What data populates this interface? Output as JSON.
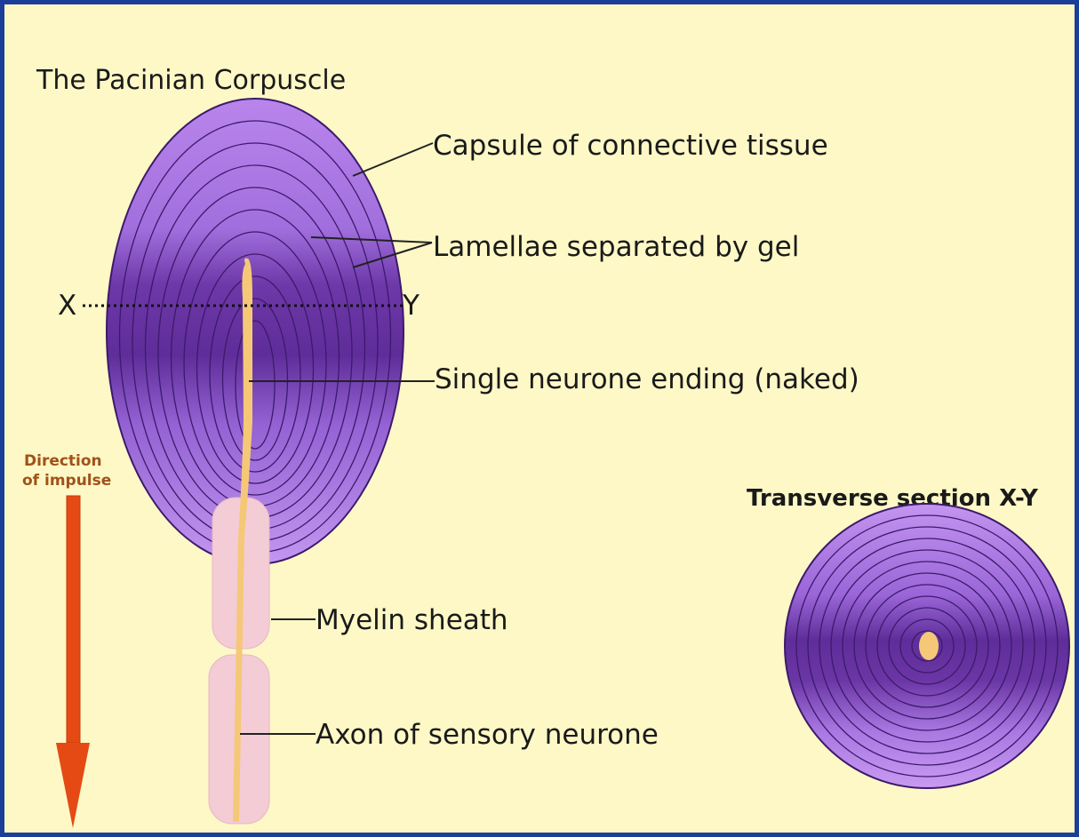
{
  "title": "The Pacinian Corpuscle",
  "labels": {
    "capsule": "Capsule of connective tissue",
    "lamellae": "Lamellae separated by gel",
    "neurone_ending": "Single neurone ending (naked)",
    "myelin": "Myelin sheath",
    "axon": "Axon of sensory neurone",
    "section_x": "X",
    "section_y": "Y",
    "transverse": "Transverse section X-Y",
    "direction_line1": "Direction",
    "direction_line2": "of impulse"
  },
  "colors": {
    "background": "#fdf8c6",
    "border": "#1a3f9a",
    "corpuscle_light": "#b07ae6",
    "corpuscle_dark": "#6a34a8",
    "lamella_line": "#3c1a6c",
    "neurone": "#f5c878",
    "myelin": "#f3ccd6",
    "arrow": "#e64a14",
    "direction_text": "#a0521a"
  }
}
